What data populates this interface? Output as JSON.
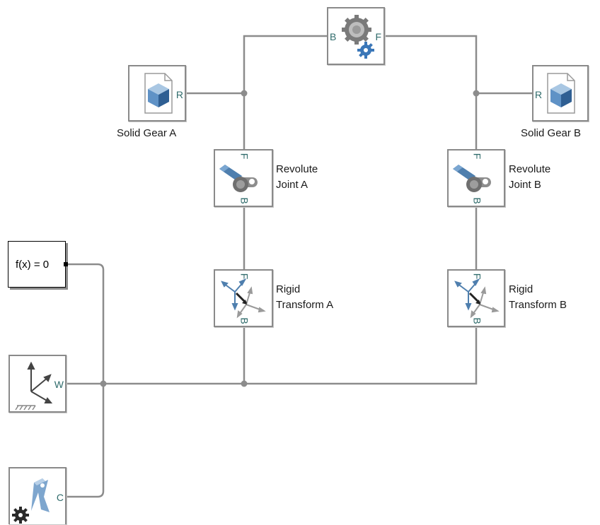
{
  "blocks": {
    "gear_constraint": {
      "port_base": "B",
      "port_follower": "F"
    },
    "solid_gear_a": {
      "label": "Solid Gear A",
      "port": "R"
    },
    "solid_gear_b": {
      "label": "Solid Gear B",
      "port": "R"
    },
    "revolute_joint_a": {
      "label_line1": "Revolute",
      "label_line2": "Joint A",
      "port_top": "F",
      "port_bottom": "B"
    },
    "revolute_joint_b": {
      "label_line1": "Revolute",
      "label_line2": "Joint B",
      "port_top": "F",
      "port_bottom": "B"
    },
    "rigid_transform_a": {
      "label_line1": "Rigid",
      "label_line2": "Transform A",
      "port_top": "F",
      "port_bottom": "B"
    },
    "rigid_transform_b": {
      "label_line1": "Rigid",
      "label_line2": "Transform B",
      "port_top": "F",
      "port_bottom": "B"
    },
    "solver_configuration": {
      "text": "f(x) = 0"
    },
    "world_frame": {
      "port": "W"
    },
    "mechanism_configuration": {
      "port": "C"
    }
  },
  "colors": {
    "wire": "#8c8c8c",
    "block_border": "#8a8a8a",
    "port_text": "#2f6b6b",
    "icon_blue": "#3b77b8"
  }
}
